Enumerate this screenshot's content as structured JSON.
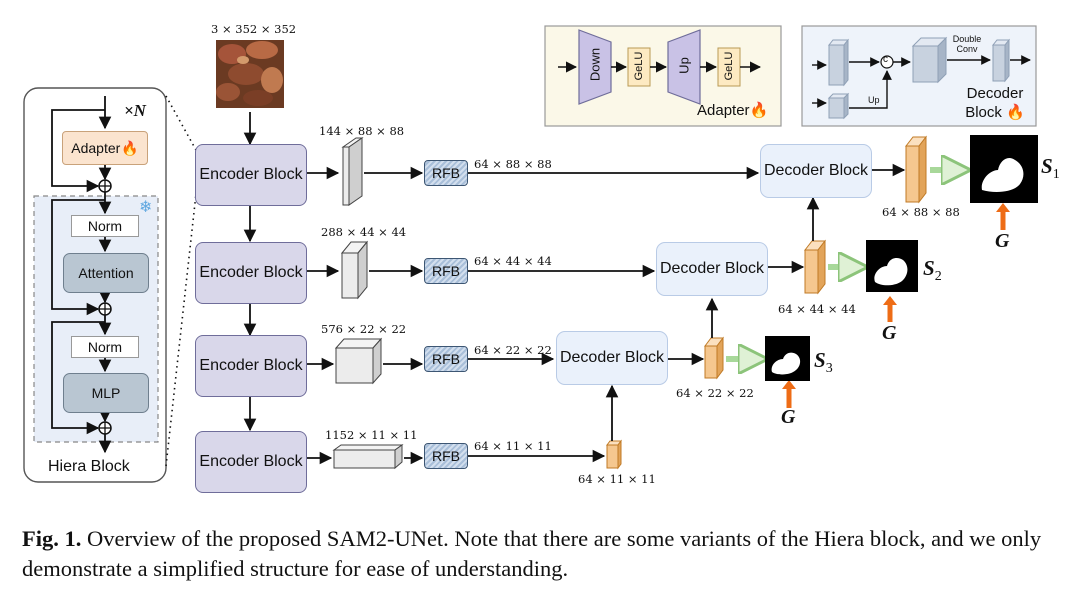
{
  "input": {
    "dims": "3 × 352 × 352"
  },
  "hiera": {
    "title": "Hiera Block",
    "repeat": "×N",
    "adapter": "Adapter",
    "norm1": "Norm",
    "attention": "Attention",
    "norm2": "Norm",
    "mlp": "MLP"
  },
  "encoders": [
    {
      "label": "Encoder Block",
      "dims": "144 × 88 × 88"
    },
    {
      "label": "Encoder Block",
      "dims": "288 × 44 × 44"
    },
    {
      "label": "Encoder Block",
      "dims": "576 × 22 × 22"
    },
    {
      "label": "Encoder Block",
      "dims": "1152 × 11 × 11"
    }
  ],
  "rfb": {
    "label": "RFB",
    "out_dims": [
      "64 × 88 × 88",
      "64 × 44 × 44",
      "64 × 22 × 22",
      "64 × 11 × 11"
    ]
  },
  "decoders": [
    {
      "label": "Decoder Block",
      "out_dims": "64 × 88 × 88",
      "output": "S",
      "output_sub": "1"
    },
    {
      "label": "Decoder Block",
      "out_dims": "64 × 44 × 44",
      "output": "S",
      "output_sub": "2"
    },
    {
      "label": "Decoder Block",
      "out_dims": "64 × 22 × 22",
      "output": "S",
      "output_sub": "3"
    }
  ],
  "bottom_dims": "64 × 11 × 11",
  "ground_truth": "G",
  "adapter_legend": {
    "title": "Adapter",
    "down": "Down",
    "gelu1": "GeLU",
    "up": "Up",
    "gelu2": "GeLU"
  },
  "decoder_legend": {
    "title_line1": "Decoder",
    "title_line2": "Block",
    "double_conv_line1": "Double",
    "double_conv_line2": "Conv",
    "up": "Up",
    "concat": "c"
  },
  "caption": {
    "label": "Fig. 1.",
    "text": "Overview of the proposed SAM2-UNet. Note that there are some variants of the Hiera block, and we only demonstrate a simplified structure for ease of understanding."
  },
  "colors": {
    "encoder_fill": "#d9d7ea",
    "decoder_fill": "#eaf1fb",
    "adapter_fill": "#fbe4cf",
    "feature_orange": "#f5c78f",
    "feature_gray": "#e6e6e6",
    "arrow_orange": "#ee6c16",
    "arrow_green": "#a8d89a"
  }
}
